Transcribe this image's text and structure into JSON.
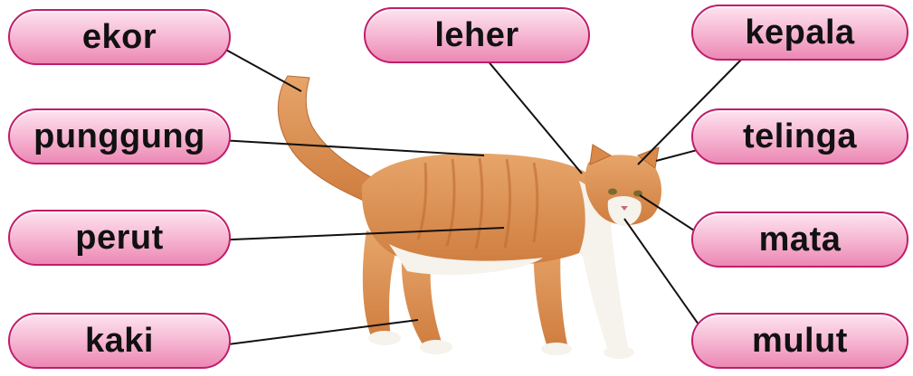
{
  "labels": {
    "ekor": "ekor",
    "punggung": "punggung",
    "perut": "perut",
    "kaki": "kaki",
    "leher": "leher",
    "kepala": "kepala",
    "telinga": "telinga",
    "mata": "mata",
    "mulut": "mulut"
  },
  "colors": {
    "pill_border": "#c01d6b",
    "pill_fill": "#f7bcd6",
    "cat_orange": "#d9894a",
    "cat_white": "#f6f2ec",
    "line": "#111111"
  }
}
